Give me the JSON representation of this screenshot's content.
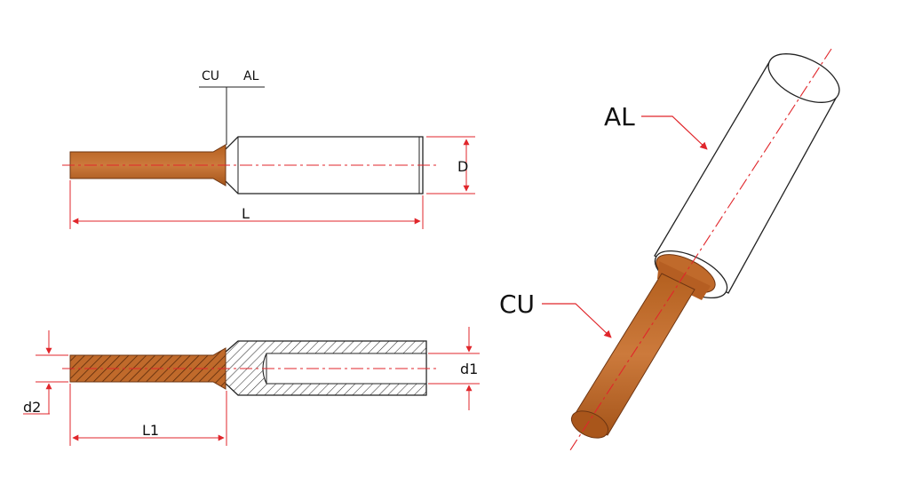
{
  "labels": {
    "cu_small": "CU",
    "al_small": "AL",
    "dim_D": "D",
    "dim_L": "L",
    "dim_d1": "d1",
    "dim_d2": "d2",
    "dim_L1": "L1",
    "iso_AL": "AL",
    "iso_CU": "CU"
  },
  "colors": {
    "copper": "#C06A2B",
    "copper_dark": "#8A4316",
    "aluminium": "#ffffff",
    "outline": "#222222",
    "dimension": "#E0262B",
    "hatch": "#333333"
  }
}
